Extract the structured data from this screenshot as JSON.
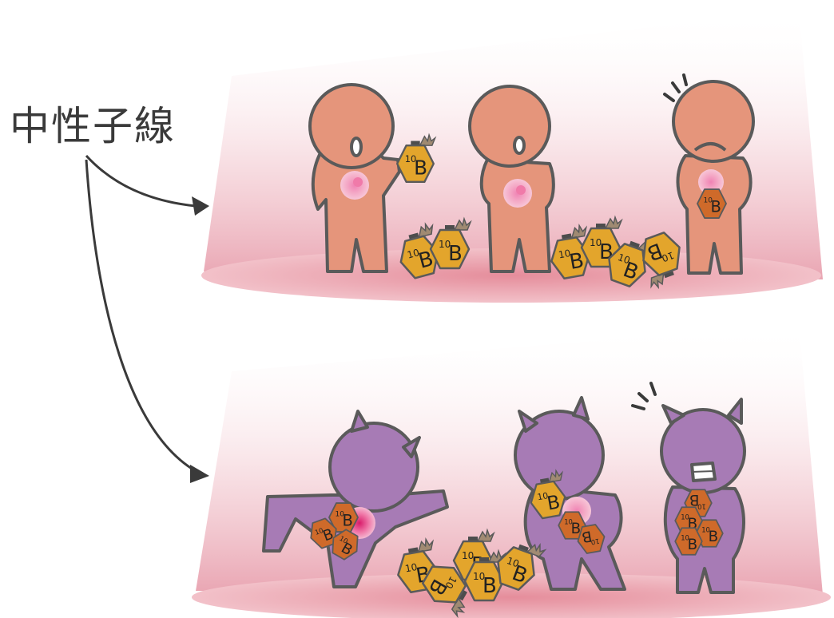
{
  "label": "中性子線",
  "boron_symbol": "B",
  "boron_mass": "10",
  "colors": {
    "normal_cell": "#e5957b",
    "cancer_cell": "#a77bb5",
    "boron": "#e3a52c",
    "boron_absorbed": "#cf6a2a",
    "nucleus": "#f4a9c6",
    "outline": "#5a5a5a",
    "beam": "#e8a0ae"
  },
  "icons": [
    "arrow-icon",
    "boron-capsule-icon",
    "horn-icon",
    "alert-lines-icon"
  ]
}
